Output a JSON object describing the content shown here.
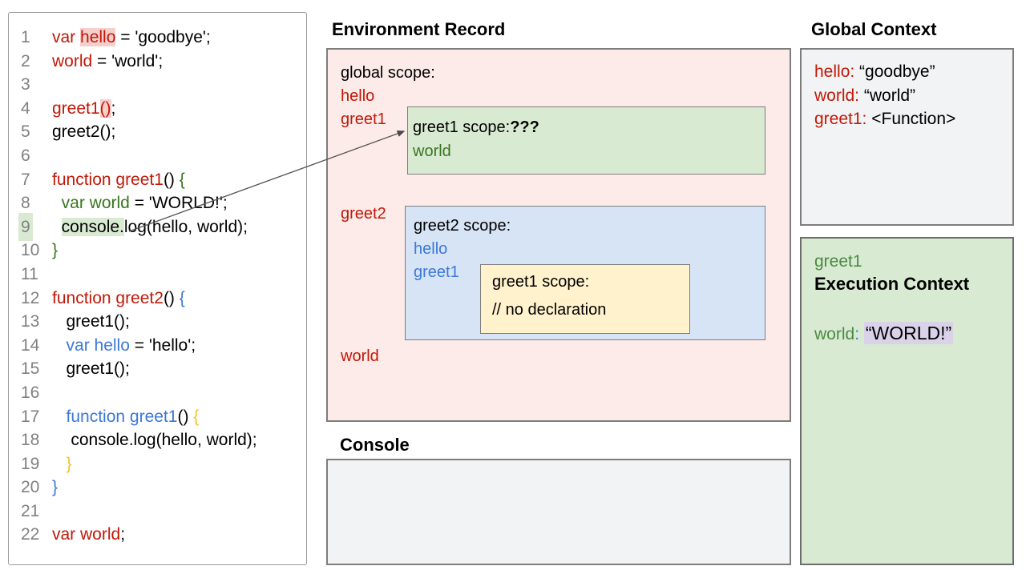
{
  "palette": {
    "code_red": "#c21807",
    "code_green": "#38761d",
    "code_blue": "#3c78d8",
    "code_yellow": "#f1c232",
    "highlight_pink": "#f6cecc",
    "highlight_green": "#d9ead3",
    "highlight_lavender": "#d9d2e9",
    "box_pink": "#fcebe9",
    "box_green": "#d9ead3",
    "box_blue": "#d7e4f5",
    "box_yellow": "#fff2cc",
    "box_gray": "#f1f3f4"
  },
  "code_panel": {
    "lines": [
      {
        "no": "1",
        "segs": [
          {
            "t": "var ",
            "c": "red"
          },
          {
            "t": "hello",
            "c": "red",
            "h": "pink"
          },
          {
            "t": " = 'goodbye';",
            "c": "blk"
          }
        ]
      },
      {
        "no": "2",
        "segs": [
          {
            "t": "world",
            "c": "red"
          },
          {
            "t": " = 'world';",
            "c": "blk"
          }
        ]
      },
      {
        "no": "3",
        "segs": []
      },
      {
        "no": "4",
        "segs": [
          {
            "t": "greet1",
            "c": "red"
          },
          {
            "t": "()",
            "c": "red",
            "h": "pink"
          },
          {
            "t": ";",
            "c": "blk"
          }
        ]
      },
      {
        "no": "5",
        "segs": [
          {
            "t": "greet2();",
            "c": "blk"
          }
        ]
      },
      {
        "no": "6",
        "segs": []
      },
      {
        "no": "7",
        "segs": [
          {
            "t": "function greet1",
            "c": "red"
          },
          {
            "t": "() ",
            "c": "blk"
          },
          {
            "t": "{",
            "c": "green"
          }
        ]
      },
      {
        "no": "8",
        "segs": [
          {
            "t": "  ",
            "c": "blk"
          },
          {
            "t": "var world",
            "c": "green"
          },
          {
            "t": " = 'WORLD!';",
            "c": "blk"
          }
        ]
      },
      {
        "no": "9",
        "hl": true,
        "segs": [
          {
            "t": "  ",
            "c": "blk"
          },
          {
            "t": "console.",
            "c": "blk",
            "h": "green"
          },
          {
            "t": "log(hello, world);",
            "c": "blk"
          }
        ]
      },
      {
        "no": "10",
        "segs": [
          {
            "t": "}",
            "c": "green"
          }
        ]
      },
      {
        "no": "11",
        "segs": []
      },
      {
        "no": "12",
        "segs": [
          {
            "t": "function greet2",
            "c": "red"
          },
          {
            "t": "() ",
            "c": "blk"
          },
          {
            "t": "{",
            "c": "blue"
          }
        ]
      },
      {
        "no": "13",
        "segs": [
          {
            "t": "   greet1();",
            "c": "blk"
          }
        ]
      },
      {
        "no": "14",
        "segs": [
          {
            "t": "   ",
            "c": "blk"
          },
          {
            "t": "var hello",
            "c": "blue"
          },
          {
            "t": " = 'hello';",
            "c": "blk"
          }
        ]
      },
      {
        "no": "15",
        "segs": [
          {
            "t": "   greet1();",
            "c": "blk"
          }
        ]
      },
      {
        "no": "16",
        "segs": []
      },
      {
        "no": "17",
        "segs": [
          {
            "t": "   ",
            "c": "blk"
          },
          {
            "t": "function greet1",
            "c": "blue"
          },
          {
            "t": "() ",
            "c": "blk"
          },
          {
            "t": "{",
            "c": "yellow"
          }
        ]
      },
      {
        "no": "18",
        "segs": [
          {
            "t": "    console.log(hello, world);",
            "c": "blk"
          }
        ]
      },
      {
        "no": "19",
        "segs": [
          {
            "t": "   ",
            "c": "blk"
          },
          {
            "t": "}",
            "c": "yellow"
          }
        ]
      },
      {
        "no": "20",
        "segs": [
          {
            "t": "}",
            "c": "blue"
          }
        ]
      },
      {
        "no": "21",
        "segs": []
      },
      {
        "no": "22",
        "segs": [
          {
            "t": "var world",
            "c": "red"
          },
          {
            "t": ";",
            "c": "blk"
          }
        ]
      }
    ]
  },
  "environment_record": {
    "title": "Environment Record",
    "global_scope_label": "global scope:",
    "globals": [
      "hello",
      "greet1",
      "greet2",
      "world"
    ],
    "greet1_scope": {
      "label": "greet1 scope:",
      "unknown": "???",
      "var0": "world"
    },
    "greet2_scope": {
      "label": "greet2 scope:",
      "var0": "hello",
      "var1": "greet1",
      "inner_greet1_scope": {
        "label": "greet1 scope:",
        "comment": "// no declaration"
      }
    }
  },
  "console": {
    "title": "Console",
    "content": ""
  },
  "global_context": {
    "title": "Global Context",
    "entries": [
      {
        "name": "hello:",
        "value": " “goodbye”"
      },
      {
        "name": "world:",
        "value": " “world”"
      },
      {
        "name": "greet1:",
        "value": " <Function>"
      }
    ]
  },
  "execution_context": {
    "context_name": "greet1",
    "title": "Execution Context",
    "var_name": "world",
    "colon": ":",
    "value": "“WORLD!”"
  }
}
